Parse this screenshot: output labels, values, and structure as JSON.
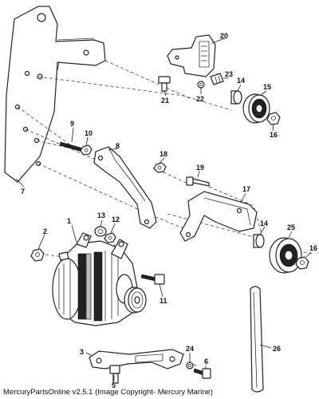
{
  "diagram": {
    "callouts": [
      "1",
      "2",
      "3",
      "5",
      "6",
      "7",
      "8",
      "9",
      "10",
      "11",
      "12",
      "13",
      "14",
      "14",
      "15",
      "16",
      "16",
      "17",
      "18",
      "19",
      "20",
      "21",
      "22",
      "23",
      "24",
      "25",
      "26"
    ]
  },
  "footer": {
    "copyright": "MercuryPartsOnline v2.5.1 (Image Copyright- Mercury Marine)"
  }
}
